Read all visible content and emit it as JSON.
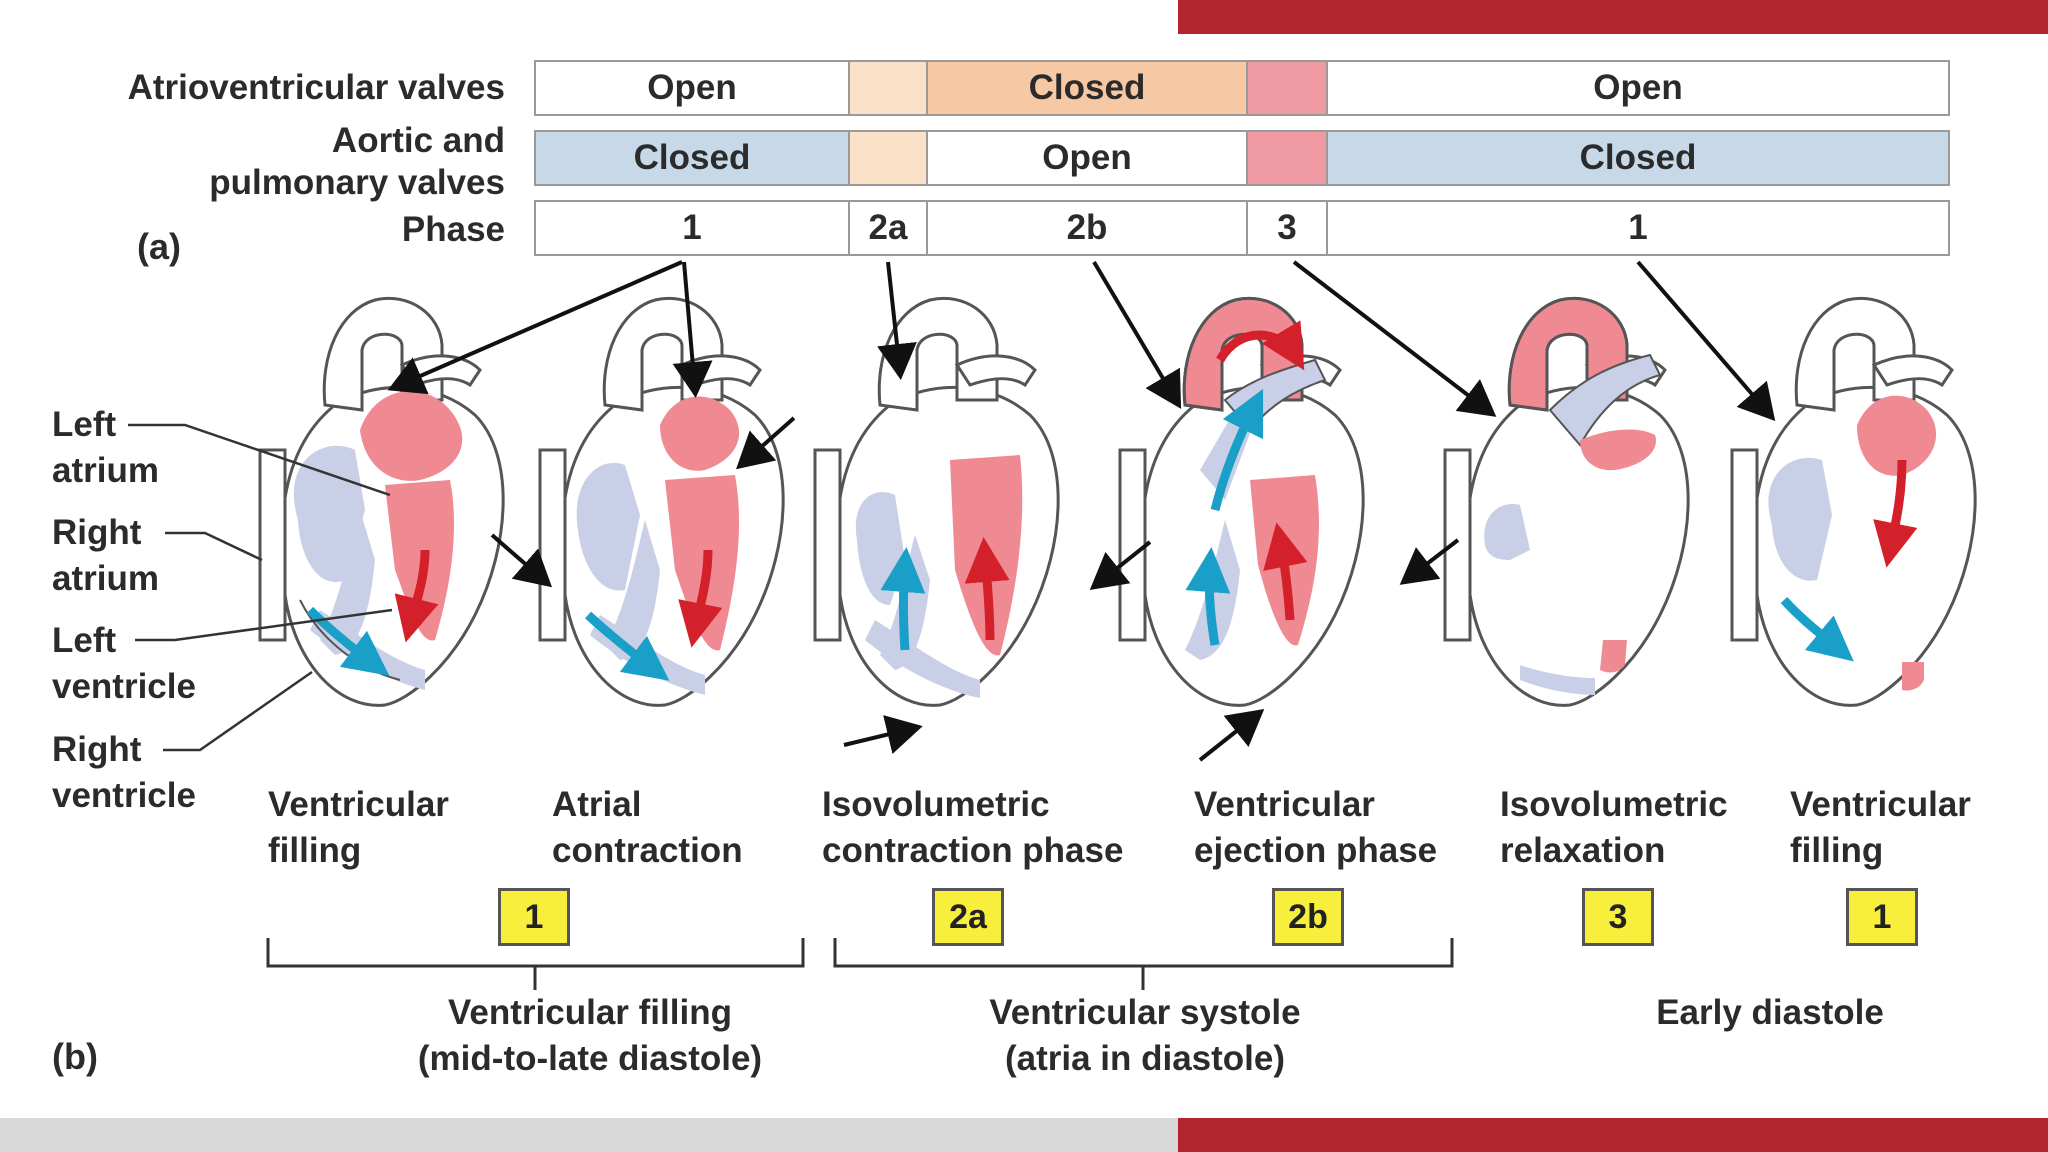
{
  "panel_a_tag": "(a)",
  "panel_b_tag": "(b)",
  "row_labels": {
    "av_valves": "Atrioventricular valves",
    "semilunar_line1": "Aortic and",
    "semilunar_line2": "pulmonary valves",
    "phase": "Phase"
  },
  "timeline": {
    "av": [
      "Open",
      "",
      "Closed",
      "",
      "Open"
    ],
    "semilunar": [
      "Closed",
      "",
      "Open",
      "",
      "Closed"
    ],
    "phase": [
      "1",
      "2a",
      "2b",
      "3",
      "1"
    ]
  },
  "heart_labels": {
    "left_atrium_1": "Left",
    "left_atrium_2": "atrium",
    "right_atrium_1": "Right",
    "right_atrium_2": "atrium",
    "left_ventricle_1": "Left",
    "left_ventricle_2": "ventricle",
    "right_ventricle_1": "Right",
    "right_ventricle_2": "ventricle"
  },
  "phases": [
    {
      "line1": "Ventricular",
      "line2": "filling",
      "box": "1"
    },
    {
      "line1": "Atrial",
      "line2": "contraction",
      "box": ""
    },
    {
      "line1": "Isovolumetric",
      "line2": "contraction phase",
      "box": "2a"
    },
    {
      "line1": "Ventricular",
      "line2": "ejection phase",
      "box": "2b"
    },
    {
      "line1": "Isovolumetric",
      "line2": "relaxation",
      "box": "3"
    },
    {
      "line1": "Ventricular",
      "line2": "filling",
      "box": "1"
    }
  ],
  "groups": {
    "filling_1": "Ventricular filling",
    "filling_2": "(mid-to-late diastole)",
    "systole_1": "Ventricular systole",
    "systole_2": "(atria in diastole)",
    "early": "Early diastole"
  },
  "colors": {
    "brand_red": "#b32431",
    "blood_oxygenated": "#ef8a93",
    "blood_deoxygenated": "#c9cfe6",
    "flow_red_arrow": "#d4202b",
    "flow_blue_arrow": "#1aa0c8",
    "highlight_yellow": "#f7ef3b"
  }
}
